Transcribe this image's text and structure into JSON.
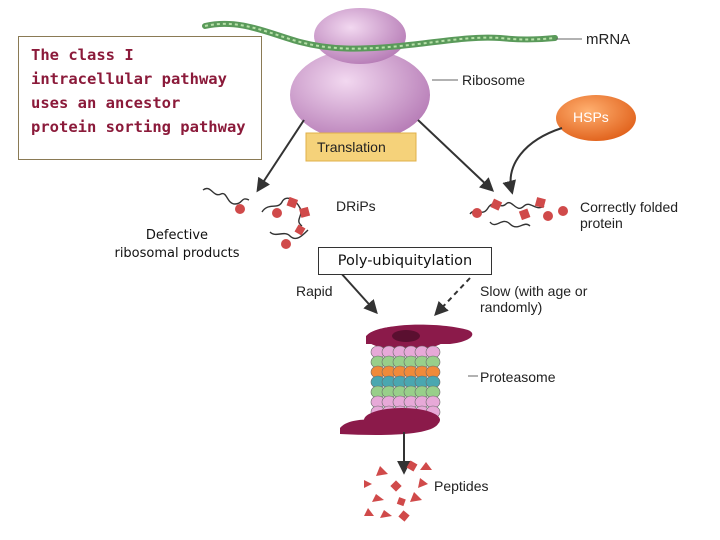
{
  "intro": {
    "lines": [
      "The class I",
      "intracellular pathway",
      "uses an ancestor",
      "protein sorting pathway"
    ]
  },
  "labels": {
    "mrna": "mRNA",
    "ribosome": "Ribosome",
    "hsps": "HSPs",
    "translation": "Translation",
    "drips": "DRiPs",
    "correctly_folded_1": "Correctly folded",
    "correctly_folded_2": "protein",
    "defective_1": "Defective",
    "defective_2": "ribosomal products",
    "poly_ubiquitylation": "Poly-ubiquitylation",
    "rapid": "Rapid",
    "slow_1": "Slow (with age or",
    "slow_2": "randomly)",
    "proteasome": "Proteasome",
    "peptides": "Peptides"
  },
  "colors": {
    "ribosome": "#c98fc9",
    "mrna": "#5a9a5a",
    "hsps": "#f07a2a",
    "translation_box": "#f5d27a",
    "proteasome_cap": "#8b1a4a",
    "ring_pink": "#e7a9d8",
    "ring_green": "#98cf8a",
    "ring_teal": "#4aa7b0",
    "ring_orange": "#f08a3a",
    "peptide": "#d04a4a",
    "intro_text": "#8b1a3a"
  }
}
